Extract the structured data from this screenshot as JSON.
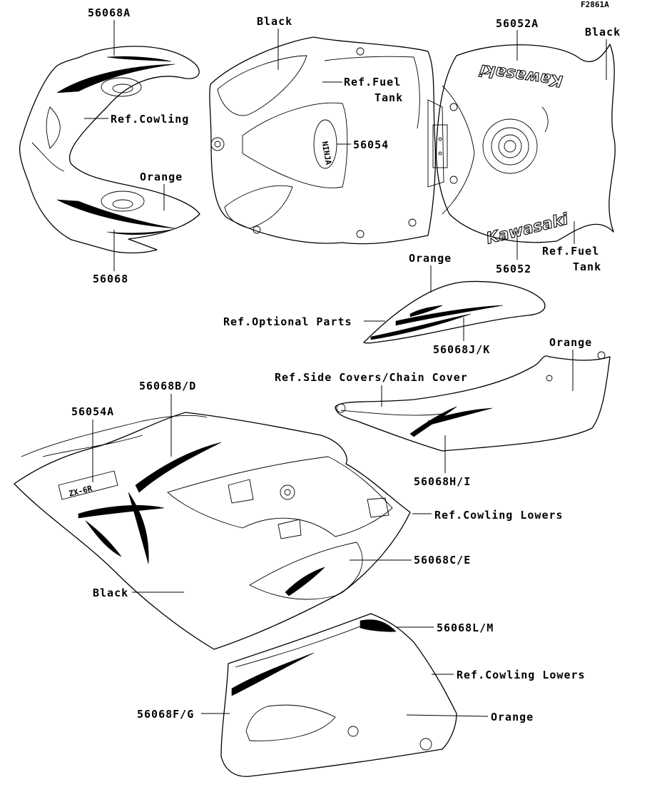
{
  "figure_code": "F2861A",
  "labels": {
    "l56068A": "56068A",
    "ref_cowling": "Ref.Cowling",
    "orange_cowl": "Orange",
    "l56068": "56068",
    "black_tank_cover": "Black",
    "ref_fuel_tank_1a": "Ref.Fuel",
    "ref_fuel_tank_1b": "Tank",
    "l56054": "56054",
    "l56052A": "56052A",
    "black_tank": "Black",
    "ref_fuel_tank_2a": "Ref.Fuel",
    "ref_fuel_tank_2b": "Tank",
    "l56052": "56052",
    "orange_optional": "Orange",
    "ref_optional_parts": "Ref.Optional Parts",
    "l56068JK": "56068J/K",
    "orange_side": "Orange",
    "ref_side_covers": "Ref.Side Covers/Chain Cover",
    "l56068HI": "56068H/I",
    "l56068BD": "56068B/D",
    "l56054A": "56054A",
    "ref_cowling_lowers_1": "Ref.Cowling Lowers",
    "l56068CE": "56068C/E",
    "black_side_cowl": "Black",
    "l56068LM": "56068L/M",
    "ref_cowling_lowers_2": "Ref.Cowling Lowers",
    "l56068FG": "56068F/G",
    "orange_lower": "Orange"
  },
  "logos": {
    "tank_top": "Kawasaki",
    "tank_bottom": "Kawasaki",
    "tank_cover_badge": "NINJA",
    "side_badge": "ZX-6R"
  },
  "icons": [
    "fuel-cap-icon",
    "kawasaki-logo-icon",
    "zx-badge-icon"
  ]
}
